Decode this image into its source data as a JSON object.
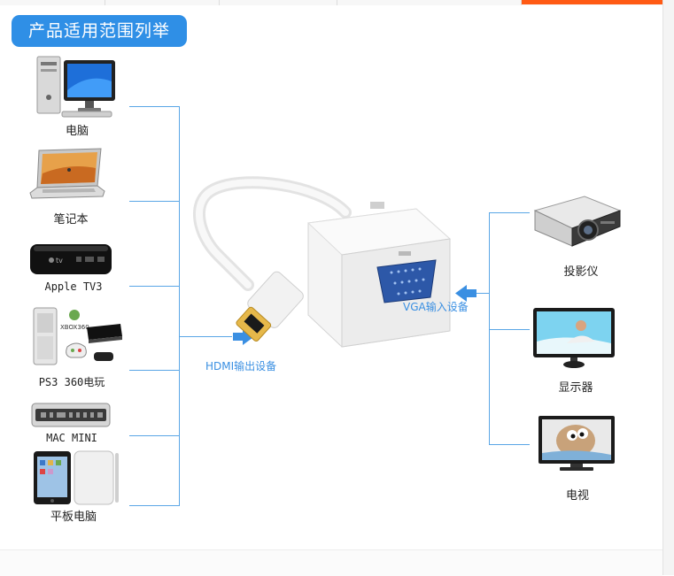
{
  "header": {
    "title": "产品适用范围列举"
  },
  "inputs": {
    "devices": [
      {
        "label": "电脑",
        "icon": "desktop-computer-icon"
      },
      {
        "label": "笔记本",
        "icon": "laptop-icon"
      },
      {
        "label": "Apple TV3",
        "icon": "apple-tv-icon"
      },
      {
        "label": "PS3 360电玩",
        "icon": "game-console-icon"
      },
      {
        "label": "MAC MINI",
        "icon": "mac-mini-icon"
      },
      {
        "label": "平板电脑",
        "icon": "tablet-icon"
      }
    ],
    "connector_label": "HDMI输出设备"
  },
  "outputs": {
    "devices": [
      {
        "label": "投影仪",
        "icon": "projector-icon"
      },
      {
        "label": "显示器",
        "icon": "monitor-icon"
      },
      {
        "label": "电视",
        "icon": "tv-icon"
      }
    ],
    "connector_label": "VGA输入设备"
  },
  "colors": {
    "accent": "#2f8fe6",
    "line": "#5aa6e6",
    "arrow": "#3a8fe2",
    "tab_active": "#ff5a14"
  }
}
